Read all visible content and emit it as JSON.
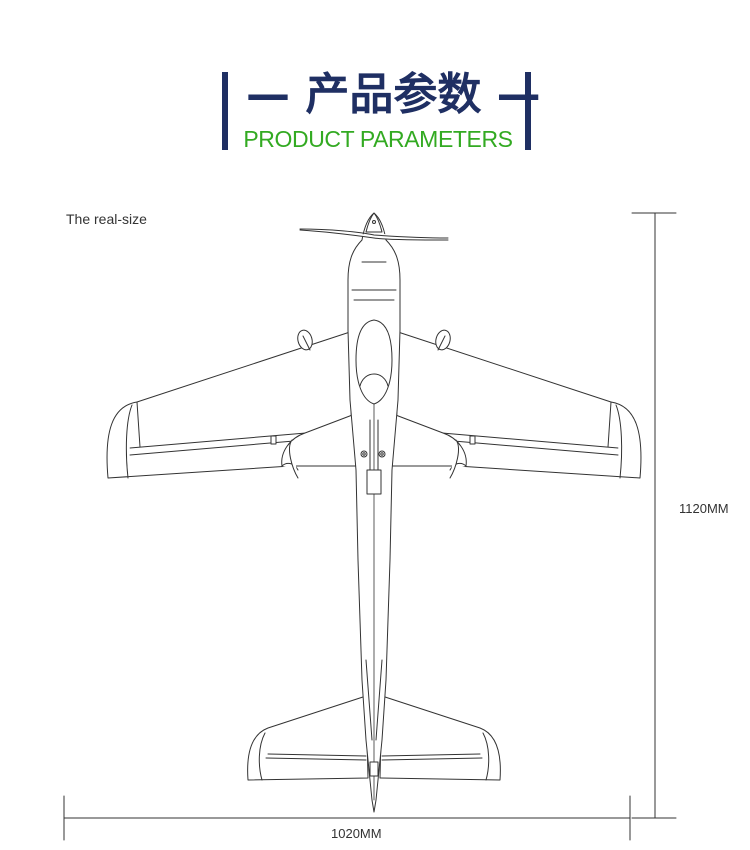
{
  "header": {
    "title_cn": "— 产品参数 —",
    "title_en": "PRODUCT PARAMETERS",
    "accent_color": "#1f2f63",
    "subtitle_color": "#33aa22"
  },
  "diagram": {
    "caption": "The real-size",
    "height_label": "1120MM",
    "width_label": "1020MM"
  }
}
